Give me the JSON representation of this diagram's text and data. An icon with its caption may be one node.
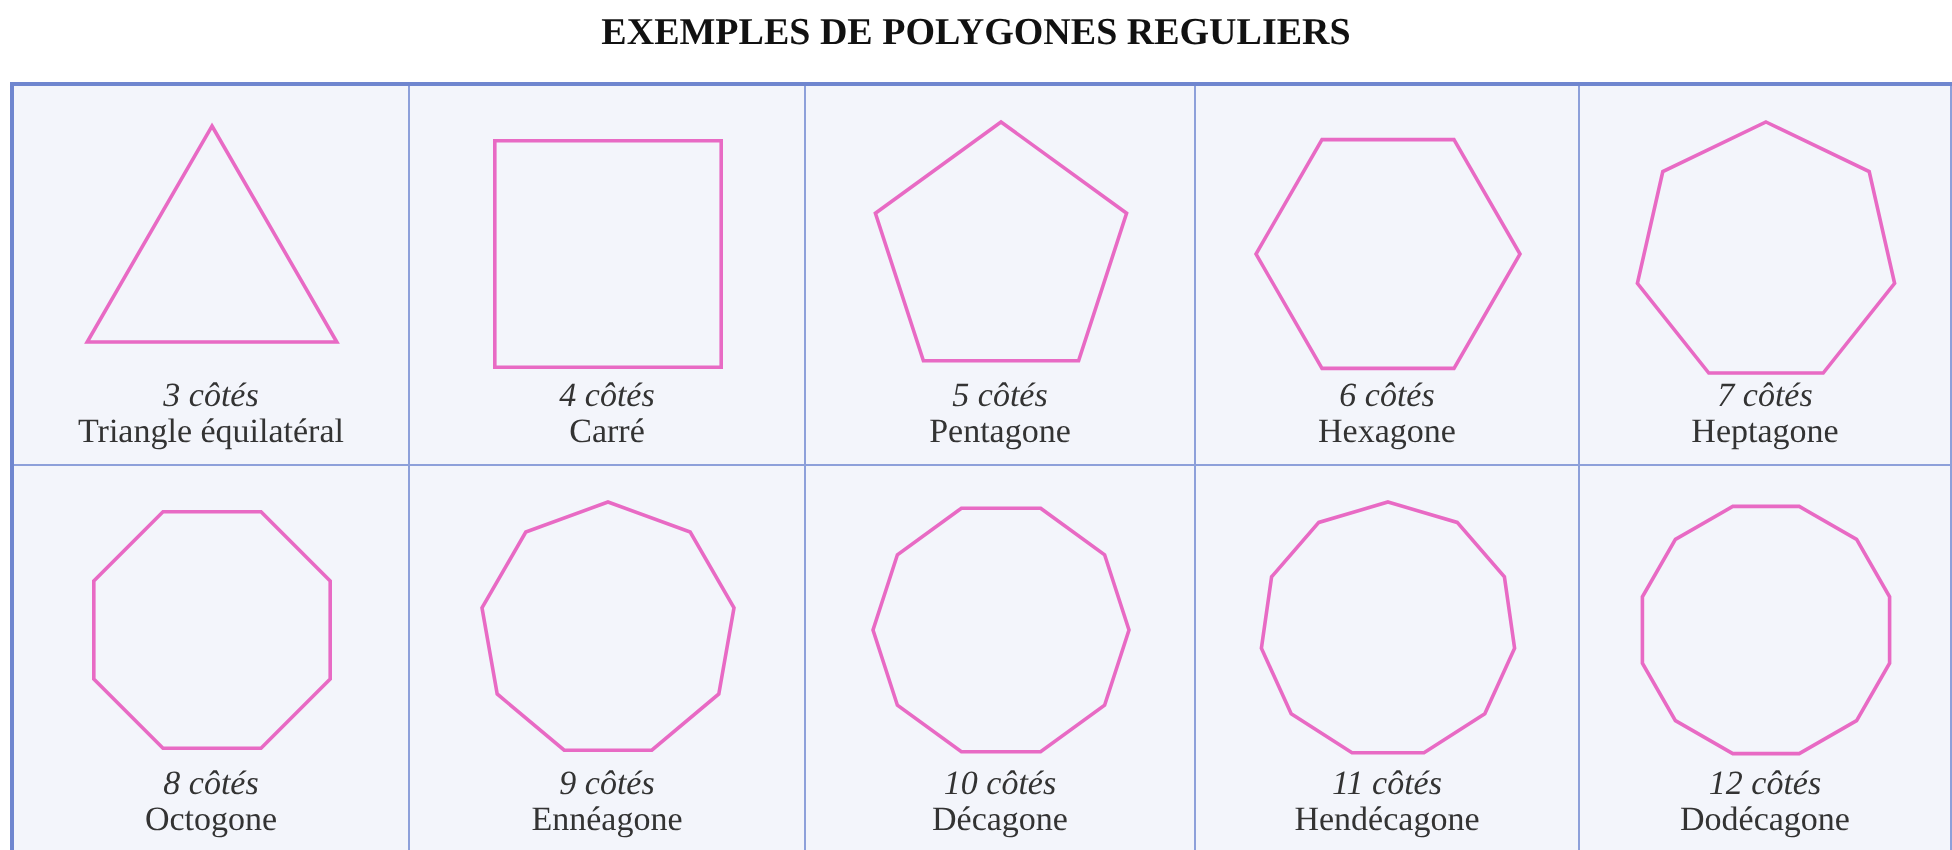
{
  "diagram": {
    "title": "EXEMPLES DE POLYGONES REGULIERS",
    "nodes": [
      {
        "text": [
          "3 côtés",
          "Triangle équilatéral"
        ]
      },
      {
        "text": [
          "4 côtés",
          "Carré"
        ]
      },
      {
        "text": [
          "5 côtés",
          "Pentagone"
        ]
      },
      {
        "text": [
          "6 côtés",
          "Hexagone"
        ]
      },
      {
        "text": [
          "7 côtés",
          "Heptagone"
        ]
      },
      {
        "text": [
          "8 côtés",
          "Octogone"
        ]
      },
      {
        "text": [
          "9 côtés",
          "Ennéagone"
        ]
      },
      {
        "text": [
          "10 côtés",
          "Décagone"
        ]
      },
      {
        "text": [
          "11 côtés",
          "Hendécagone"
        ]
      },
      {
        "text": [
          "12 côtés",
          "Dodécagone"
        ]
      }
    ]
  }
}
